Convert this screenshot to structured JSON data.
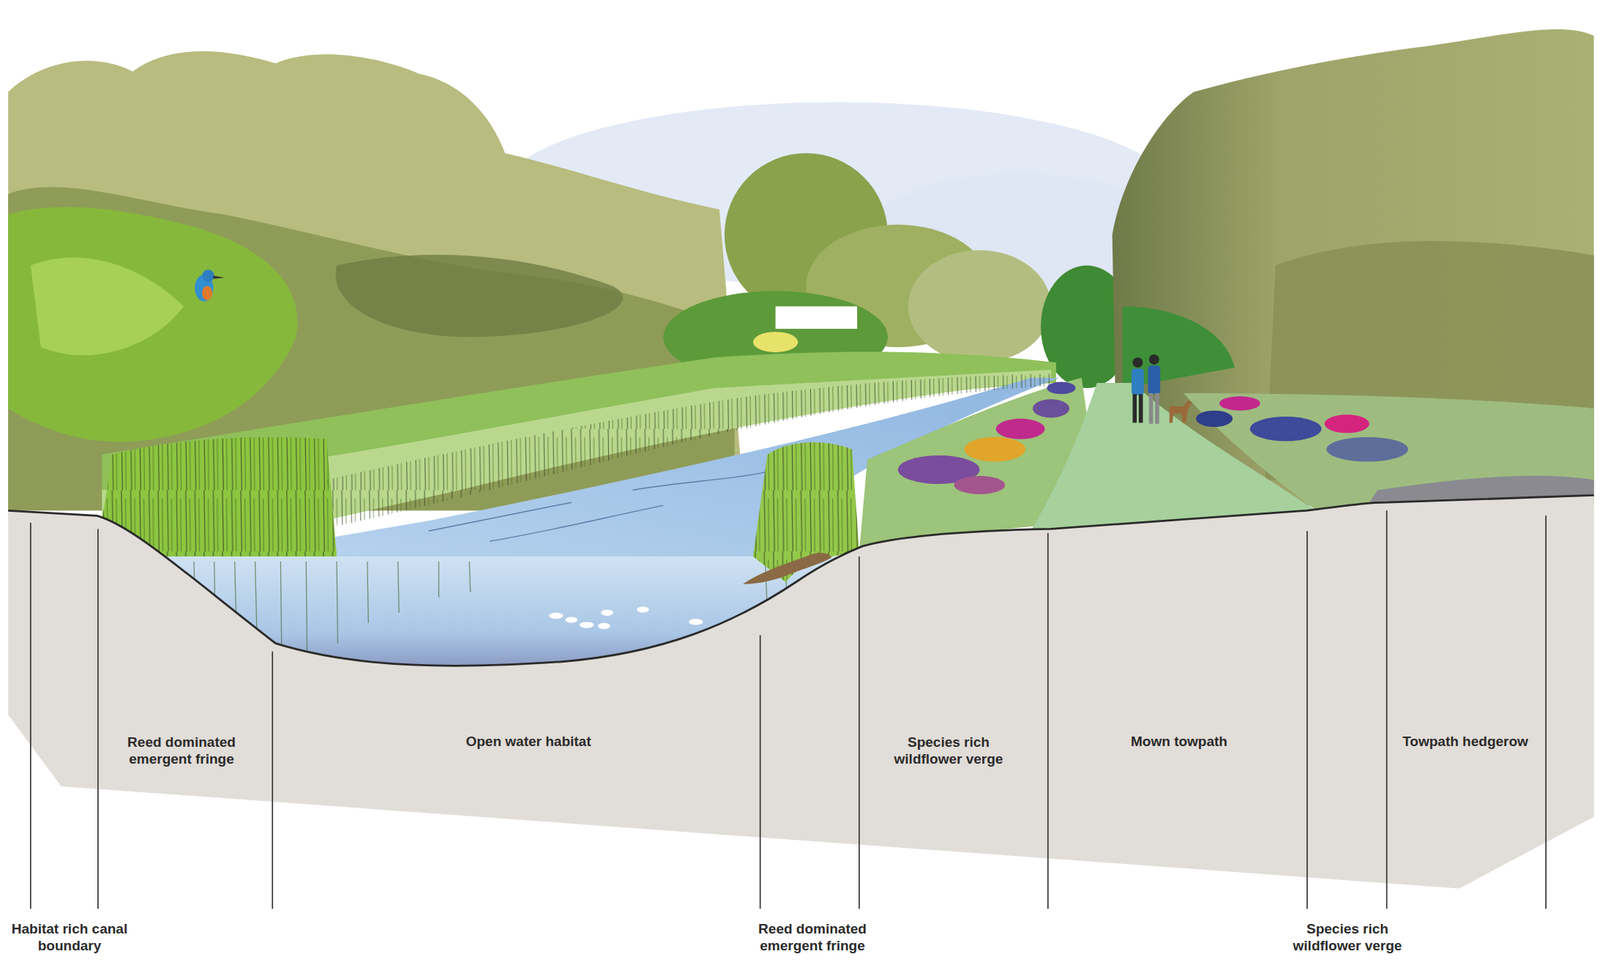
{
  "diagram": {
    "labels": [
      "Reed dominated emergent fringe",
      "Open water habitat",
      "Species rich wildflower verge",
      "Mown towpath",
      "Towpath hedgerow",
      "Habitat rich canal boundary",
      "Reed dominated emergent fringe",
      "Species rich wildflower verge"
    ]
  }
}
